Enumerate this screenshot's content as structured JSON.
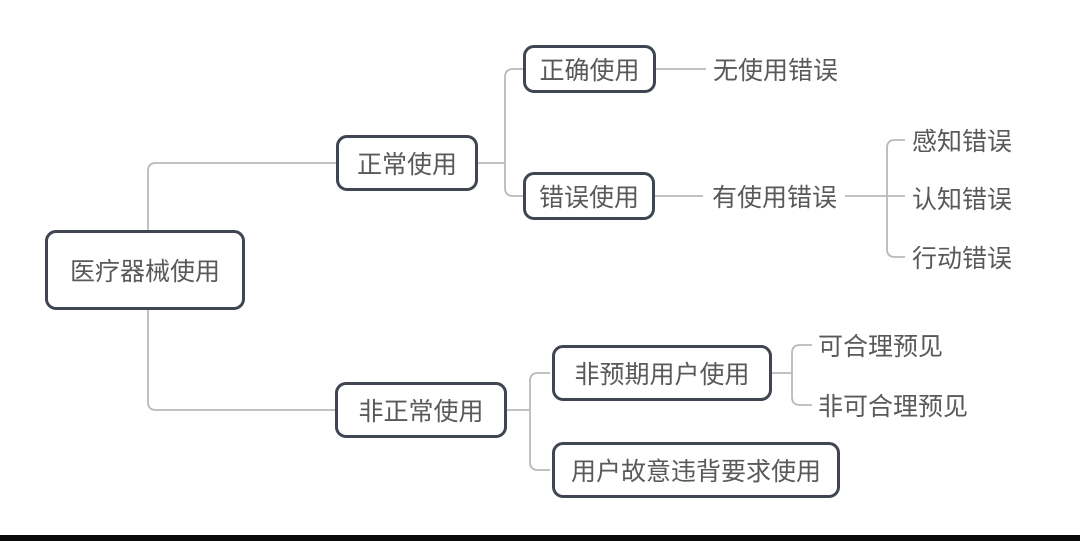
{
  "diagram": {
    "kind": "tree-diagram",
    "colors": {
      "box_border": "#3f4651",
      "box_fill": "#ffffff",
      "text": "#595959",
      "connector": "#b9b9b9",
      "bottom_bar": "#0a0a0a",
      "background": "#ffffff"
    },
    "tree": {
      "label": "医疗器械使用",
      "children": [
        {
          "label": "正常使用",
          "children": [
            {
              "label": "正确使用",
              "children": [
                {
                  "label": "无使用错误"
                }
              ]
            },
            {
              "label": "错误使用",
              "children": [
                {
                  "label": "有使用错误",
                  "children": [
                    {
                      "label": "感知错误"
                    },
                    {
                      "label": "认知错误"
                    },
                    {
                      "label": "行动错误"
                    }
                  ]
                }
              ]
            }
          ]
        },
        {
          "label": "非正常使用",
          "children": [
            {
              "label": "非预期用户使用",
              "children": [
                {
                  "label": "可合理预见"
                },
                {
                  "label": "非可合理预见"
                }
              ]
            },
            {
              "label": "用户故意违背要求使用"
            }
          ]
        }
      ]
    }
  }
}
